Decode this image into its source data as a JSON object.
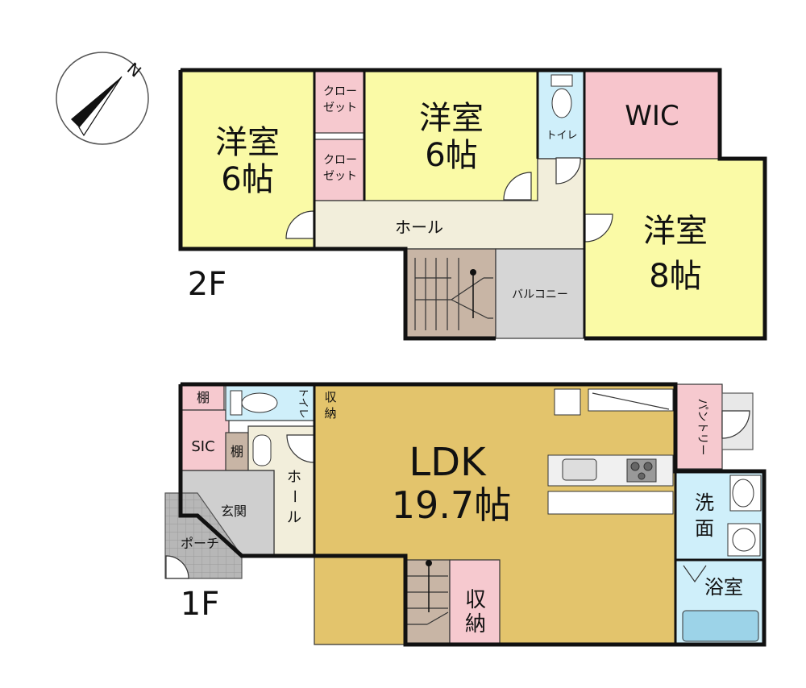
{
  "compass": {
    "label": "N",
    "icon": "compass-north-icon"
  },
  "colors": {
    "bedroom": "#fafaa6",
    "closet": "#f6c9cf",
    "wic": "#f7c5cc",
    "wet": "#cfeffa",
    "hall": "#f2eedb",
    "stairs": "#c8b5a5",
    "balcony": "#d6d6d6",
    "ldk": "#e3c46c",
    "entrance": "#cfcfcf",
    "porch": "#b4b4b4"
  },
  "floor2": {
    "label": "2F",
    "room_west_name": "洋室",
    "room_west_size": "6帖",
    "closet_1": [
      "クロー",
      "ゼット"
    ],
    "closet_2": [
      "クロー",
      "ゼット"
    ],
    "room_center_name": "洋室",
    "room_center_size": "6帖",
    "toilet": "トイレ",
    "wic": "WIC",
    "hall": "ホール",
    "room_east_name": "洋室",
    "room_east_size": "8帖",
    "balcony": "バルコニー"
  },
  "floor1": {
    "label": "1F",
    "shelf_1": "棚",
    "shelf_2": "棚",
    "sic": "SIC",
    "toilet": "トイレ",
    "storage_top": [
      "収",
      "納"
    ],
    "hall": [
      "ホ",
      "ー",
      "ル"
    ],
    "entrance": "玄関",
    "porch": "ポーチ",
    "ldk_name": "LDK",
    "ldk_size": "19.7帖",
    "pantry": "パントリー",
    "washroom": [
      "洗",
      "面"
    ],
    "bathroom": "浴室",
    "storage_bottom": [
      "収",
      "納"
    ]
  }
}
